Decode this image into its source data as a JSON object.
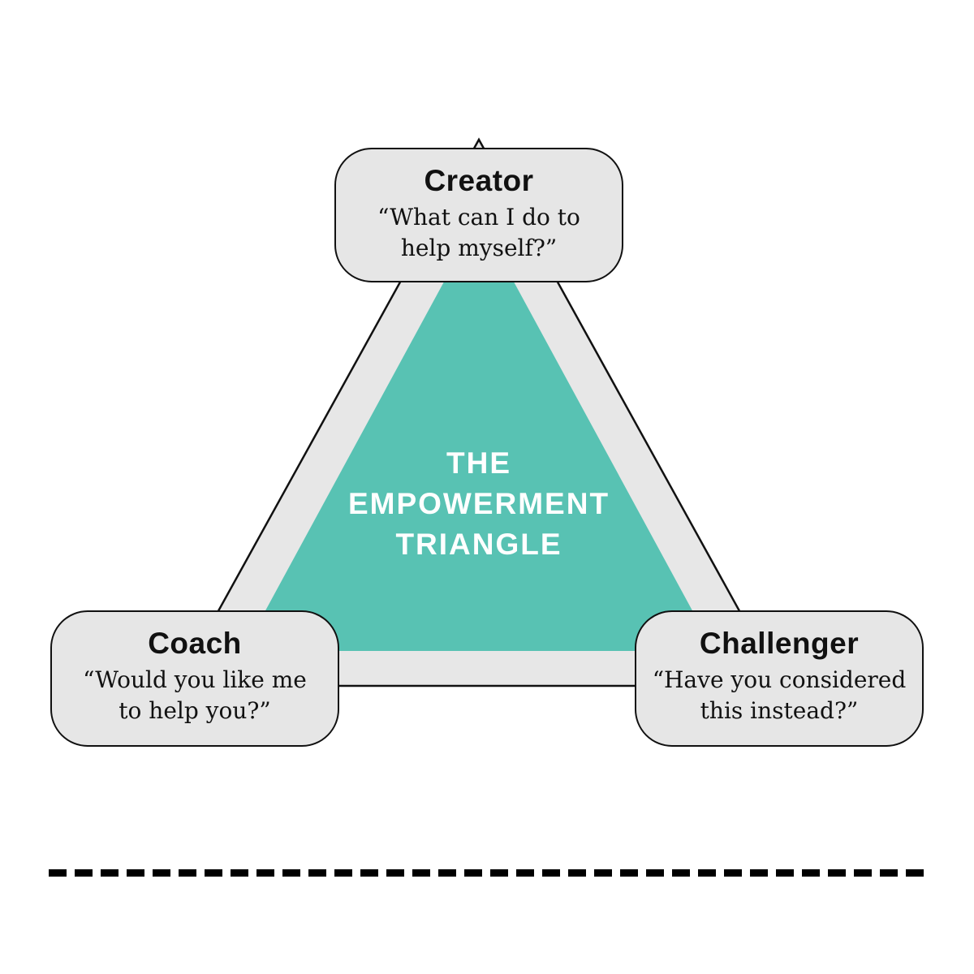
{
  "diagram": {
    "center_title_lines": [
      "THE",
      "EMPOWERMENT",
      "TRIANGLE"
    ],
    "nodes": [
      {
        "id": "creator",
        "label": "Creator",
        "quote": "“What can I do to help myself?”",
        "quote_lines": [
          "“What can I do to",
          "help myself?”"
        ]
      },
      {
        "id": "coach",
        "label": "Coach",
        "quote": "“Would you like me to help you?”",
        "quote_lines": [
          "“Would you like me",
          "to help you?”"
        ]
      },
      {
        "id": "challenger",
        "label": "Challenger",
        "quote": "“Have you considered this instead?”",
        "quote_lines": [
          "“Have you considered",
          "this instead?”"
        ]
      }
    ],
    "colors": {
      "triangle_fill": "#58c2b3",
      "triangle_band_fill": "#e7e7e7",
      "outline": "#111111",
      "node_fill": "#e6e6e6",
      "center_text": "#ffffff",
      "divider": "#000000"
    }
  }
}
